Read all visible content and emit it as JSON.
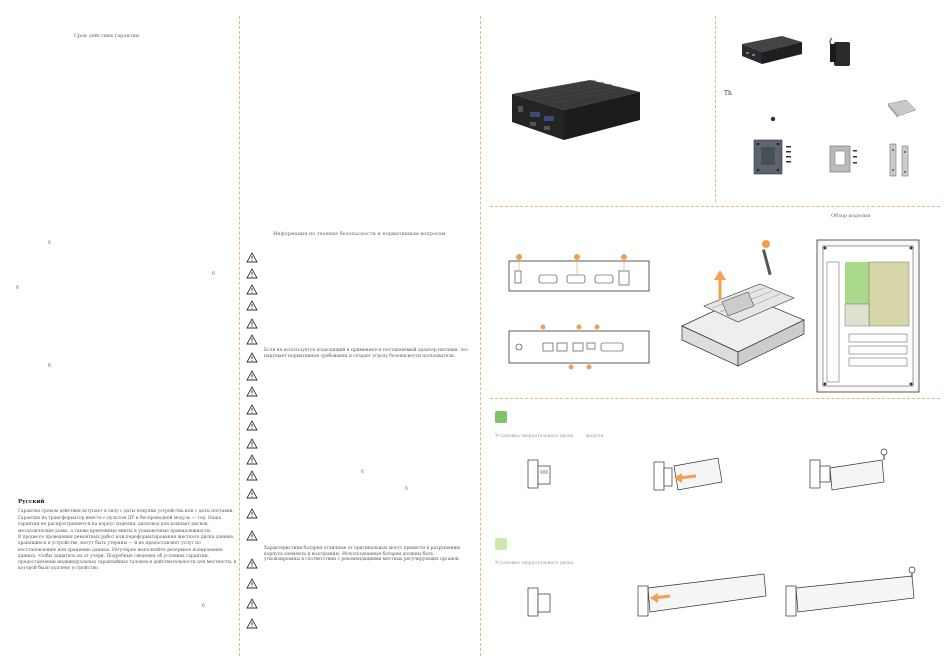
{
  "panel_left": {
    "warranty_title": "Срок действия гарантии",
    "language_label": "Русский",
    "stray_marks": [
      "б",
      "б",
      "б",
      "б",
      "б"
    ],
    "paragraphs": [
      "Гарантия сроком действия вступает в силу с даты покупки устройства или с даты поставки.",
      "Гарантия на трансформатор вместе с пультом ДУ и беспроводной модуль — год. Наша гарантия не распространяется на корпус изделия, дисковод для компакт-дисков, металлические рамы, а также крепежные винты и упаковочные принадлежности.",
      "В процессе проведения ремонтных работ или переформатирования жесткого диска данные, хранящиеся в устройстве, могут быть утеряны — и не предоставляет услуг по восстановлению или хранению данных. Регулярно выполняйте резервное копирование данных, чтобы защитить их от утери. Подробные сведения об условиях гарантии, предоставлении индивидуальных гарантийных талонов и действительности для местности, в которой было куплено устройство."
    ]
  },
  "panel_safety": {
    "title": "Информация по технике безопасности и нормативным вопросам",
    "notes": [
      "Если не используется подходящий и применяется поставляемый адаптер питания, это нарушает нормативные требования и создает угрозу безопасности пользователя.",
      "Характеристики батареи отличные от оригинальных могут привести к разрушению корпуса элемента и возгоранию. Использованные батареи должны быть утилизированы в соответствии с рекомендациями местных регулирующих органов."
    ],
    "stray_marks": [
      "б",
      "б"
    ],
    "warning_icon_count": 21
  },
  "accessories": {
    "label": "Th"
  },
  "overview": {
    "title": "Обзор изделия"
  },
  "steps": [
    {
      "caption": "Установка твердотельного диска",
      "extra": "модуля",
      "color": "#7ec26a"
    },
    {
      "caption": "Установка твердотельного диска",
      "extra": "",
      "color": "#cde8b0"
    }
  ],
  "colors": {
    "accent_orange": "#f0a050",
    "divider": "#f0b27a",
    "device_dark": "#2b2b2b",
    "step1_green": "#7ec26a",
    "step2_green": "#cde8b0",
    "board_green": "#a9d98a"
  }
}
